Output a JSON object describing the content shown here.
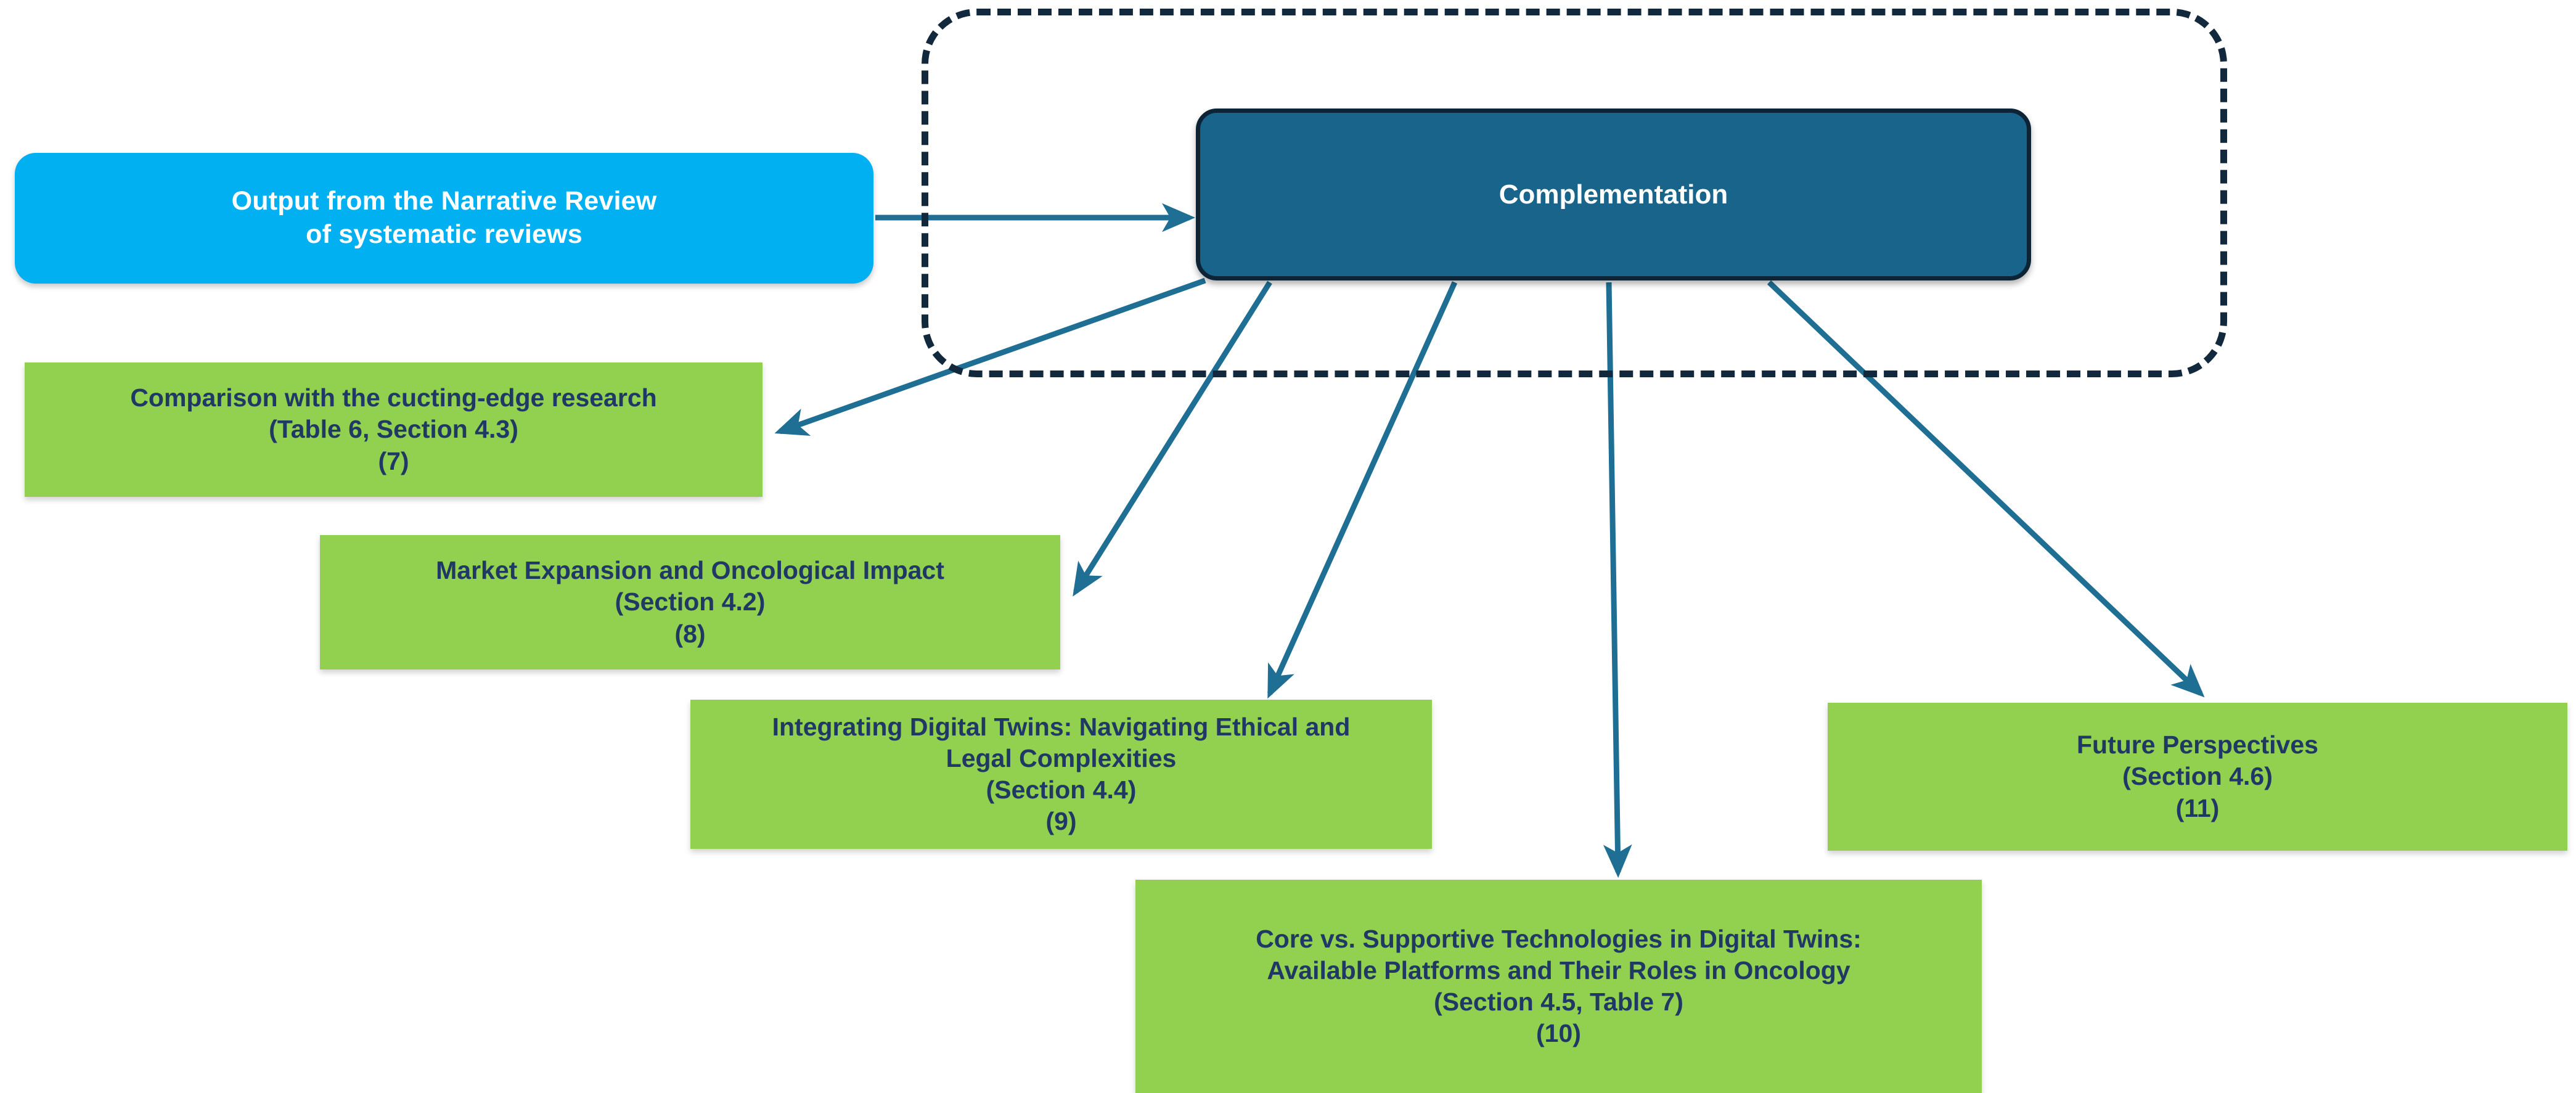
{
  "diagram": {
    "title": "Complementation flow of narrative review outputs",
    "colors": {
      "source_fill": "#00b0f0",
      "hub_fill": "#19648a",
      "hub_border": "#0d2436",
      "outcome_fill": "#92d050",
      "outcome_text": "#1f3864",
      "connector": "#1f6f94",
      "dashed_border": "#12293d",
      "background": "#ffffff"
    },
    "source": {
      "label": "Output from the Narrative Review\nof systematic reviews"
    },
    "hub": {
      "label": "Complementation"
    },
    "group_region": {
      "name": "complementation-boundary",
      "style": "dashed rounded rectangle"
    },
    "outcomes": [
      {
        "id": "comparison",
        "label": "Comparison  with the cucting-edge research\n(Table 6, Section 4.3)\n(7)",
        "number": "(7)"
      },
      {
        "id": "market-expansion",
        "label": "Market Expansion and Oncological Impact\n(Section 4.2)\n(8)",
        "number": "(8)"
      },
      {
        "id": "ethical-legal",
        "label": "Integrating Digital  Twins: Navigating Ethical and\nLegal Complexities\n(Section 4.4)\n(9)",
        "number": "(9)"
      },
      {
        "id": "core-supportive",
        "label": "Core vs. Supportive Technologies in Digital  Twins:\nAvailable Platforms and Their Roles in Oncology\n(Section 4.5, Table 7)\n(10)",
        "number": "(10)"
      },
      {
        "id": "future-perspectives",
        "label": "Future Perspectives\n(Section 4.6)\n(11)",
        "number": "(11)"
      }
    ],
    "connectors": [
      {
        "from": "source",
        "to": "hub",
        "type": "straight-arrow"
      },
      {
        "from": "hub",
        "to": "comparison",
        "type": "arrow"
      },
      {
        "from": "hub",
        "to": "market-expansion",
        "type": "arrow"
      },
      {
        "from": "hub",
        "to": "ethical-legal",
        "type": "arrow"
      },
      {
        "from": "hub",
        "to": "core-supportive",
        "type": "arrow"
      },
      {
        "from": "hub",
        "to": "future-perspectives",
        "type": "arrow"
      }
    ]
  }
}
